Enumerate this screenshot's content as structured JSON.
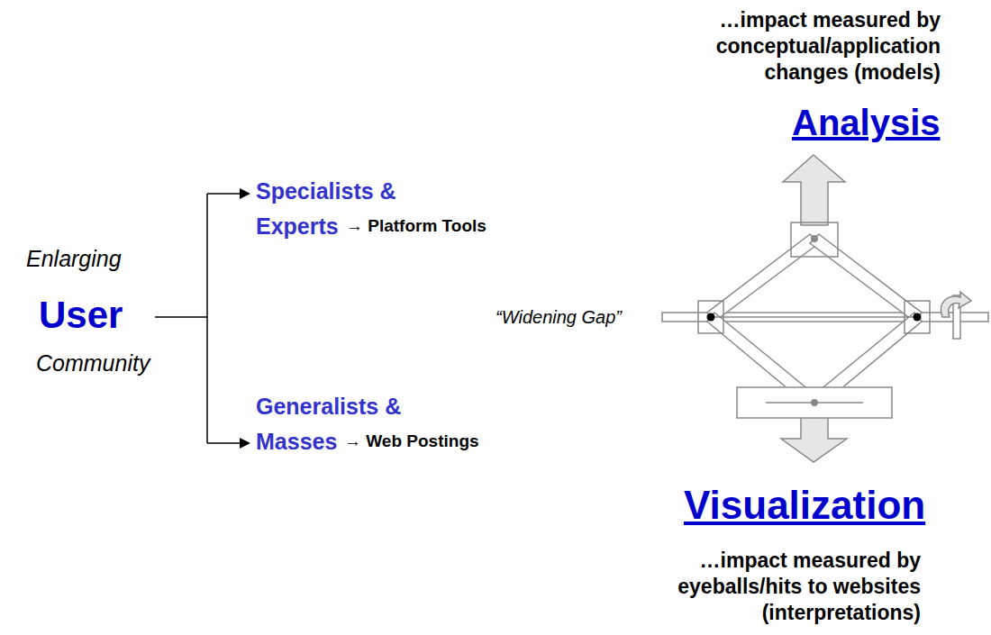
{
  "diagram": {
    "labels": [
      "…impact measured by conceptual/application changes (models)",
      "Analysis",
      "Enlarging",
      "User",
      "Community",
      "Specialists & Experts",
      "→ Platform Tools",
      "“Widening Gap”",
      "Generalists & Masses",
      "→ Web Postings",
      "Visualization",
      "…impact measured by eyeballs/hits to websites (interpretations)"
    ]
  }
}
